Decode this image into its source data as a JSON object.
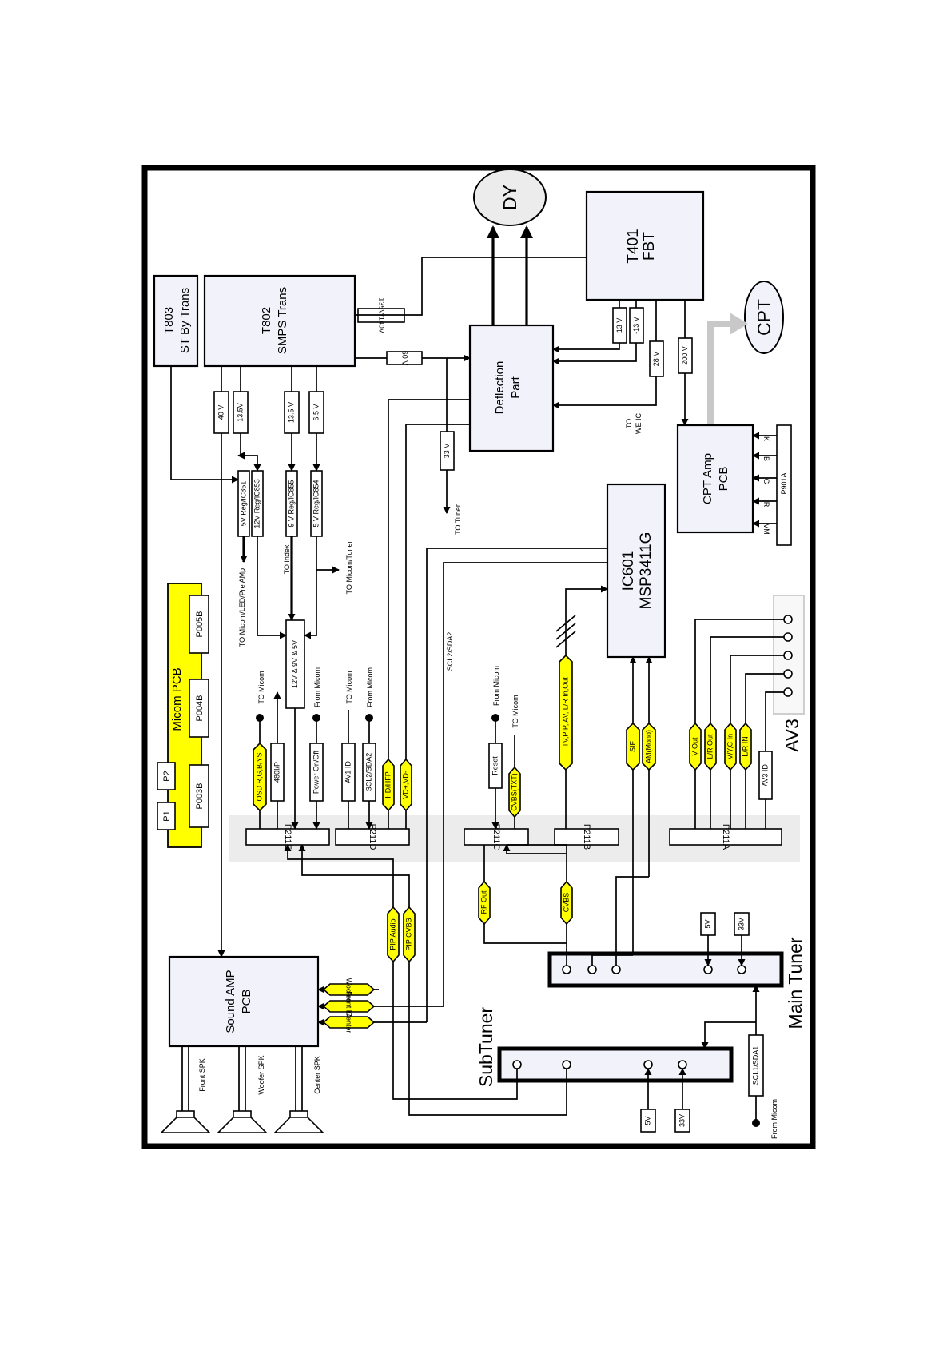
{
  "labels": {
    "dy": "DY",
    "t401": "T401",
    "fbt": "FBT",
    "t803": "T803",
    "st_by_trans": "ST By Trans",
    "t802": "T802",
    "smps_trans": "SMPS Trans",
    "v135_140": "135V/140V",
    "v60": "60 V",
    "deflection": "Deflection",
    "part": "Part",
    "v13": "13 V",
    "vneg13": "-13 V",
    "v28": "28 V",
    "v200": "200 V",
    "to_we_ic_1": "TO",
    "to_we_ic_2": "WE IC",
    "cpt": "CPT",
    "cpt_amp": "CPT Amp",
    "pcb": "PCB",
    "p901a": "P901A",
    "pins": [
      "VM",
      "R",
      "G",
      "B",
      "K"
    ],
    "v40": "40 V",
    "v13_5a": "13.5V",
    "v13_5b": "13.5 V",
    "v6_5": "6.5 V",
    "v33": "33 V",
    "to_tuner": "TO Tuner",
    "reg_ic851": "5V Reg/IC851",
    "reg_ic853": "12V Reg/IC853",
    "reg_ic855": "9 V Reg/IC855",
    "reg_ic854": "5 V Reg/IC854",
    "to_micom_led": "TO Micom/LED/Pre AMp",
    "to_index": "TO Index",
    "to_micom_tuner": "TO Micom/Tuner",
    "reg_12_9_5": "12V & 9V & 5V",
    "ic601": "IC601",
    "msp": "MSP3411G",
    "micom_pcb": "Micom PCB",
    "p1": "P1",
    "p2": "P2",
    "p003b": "P003B",
    "p004b": "P004B",
    "p005b": "P005B",
    "to_micom": "TO Micom",
    "from_micom": "From Micom",
    "osd": "OSD R,G,B/YS",
    "i480": "480I/P",
    "power_onoff": "Power On/Off",
    "av1_id": "AV1 ID",
    "scl2_sda2": "SCL2/SDA2",
    "hd_hfp": "HD/HFP",
    "vd": "VD+,VD-",
    "reset": "Reset",
    "cvbs_txt": "CVBS(TXT)",
    "tv_pip": "TV,PIP, AV, L/R In,Out",
    "sif": "SIF",
    "am_mono": "AM(Mono)",
    "v_out": "V Out",
    "lr_out": "L/R Out",
    "vyc_in": "V/Y,C In",
    "lr_in": "L/R IN",
    "av3_id": "AV3 ID",
    "av3": "AV3",
    "p211e": "P211E",
    "p211d": "P211D",
    "p211c": "P211C",
    "p211b": "P211B",
    "p211a": "P211A",
    "rf_out": "RF Out",
    "cvbs": "CVBS",
    "pip_audio": "PIP Audio",
    "pip_cvbs": "PIP CVBS",
    "v5": "5V",
    "v33b": "33V",
    "main_tuner": "Main Tuner",
    "subtuner": "SubTuner",
    "scl1_sda1": "SCL1/SDA1",
    "sound_amp": "Sound AMP",
    "woofer": "Woofer",
    "front_lr": "Front L/R",
    "center": "Center",
    "front_spk": "Front SPK",
    "woofer_spk": "Woofer SPK",
    "center_spk": "Center SPK"
  },
  "colors": {
    "frame": "#000000",
    "box_fill": "#f2f2fb",
    "highlight": "#ffff00",
    "connector_band": "#ececec",
    "cpt_arrow": "#c8c8c8"
  }
}
